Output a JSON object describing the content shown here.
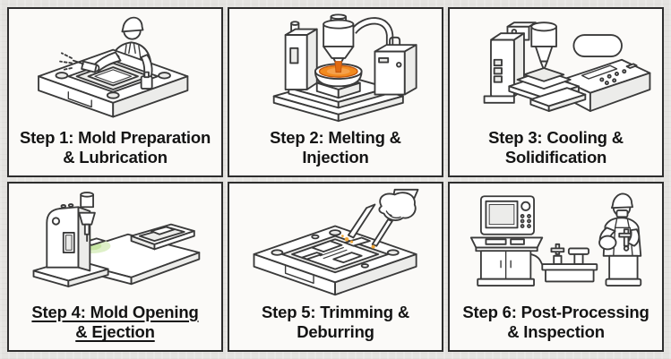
{
  "theme": {
    "background": "#e4e3e0",
    "panel_background": "#fbfaf8",
    "panel_border": "#2d2d2d",
    "line_color": "#3a3a3a",
    "caption_color": "#141414",
    "molten_orange": "#f28a1e",
    "stream_orange": "#e06a10",
    "glow_green": "#def0c8",
    "spark_orange": "#f2a93c"
  },
  "diagram": {
    "steps": [
      {
        "caption": "Step 1: Mold Preparation & Lubrication",
        "line1": "Step 1: Mold Preparation",
        "line2": "& Lubrication",
        "underlined": false,
        "illustration": "worker-spraying-lubricant-on-open-mold"
      },
      {
        "caption": "Step 2: Melting & Injection",
        "line1": "Step 2: Melting &",
        "line2": "Injection",
        "underlined": false,
        "illustration": "furnace-pouring-molten-metal-into-crucible"
      },
      {
        "caption": "Step 3: Cooling & Solidification",
        "line1": "Step 3: Cooling &",
        "line2": "Solidification",
        "underlined": false,
        "illustration": "press-over-mold-with-control-console"
      },
      {
        "caption": "Step 4: Mold Opening & Ejection",
        "line1": "Step 4: Mold Opening",
        "line2": "& Ejection",
        "underlined": true,
        "illustration": "machine-ejecting-part-with-green-glow"
      },
      {
        "caption": "Step 5: Trimming & Deburring",
        "line1": "Step 5: Trimming &",
        "line2": "Deburring",
        "underlined": false,
        "illustration": "hand-trimming-cast-part-on-mold-plate"
      },
      {
        "caption": "Step 6: Post-Processing & Inspection",
        "line1": "Step 6: Post-Processing",
        "line2": "& Inspection",
        "underlined": false,
        "illustration": "inspection-station-with-monitor-tester-and-inspector"
      }
    ]
  }
}
